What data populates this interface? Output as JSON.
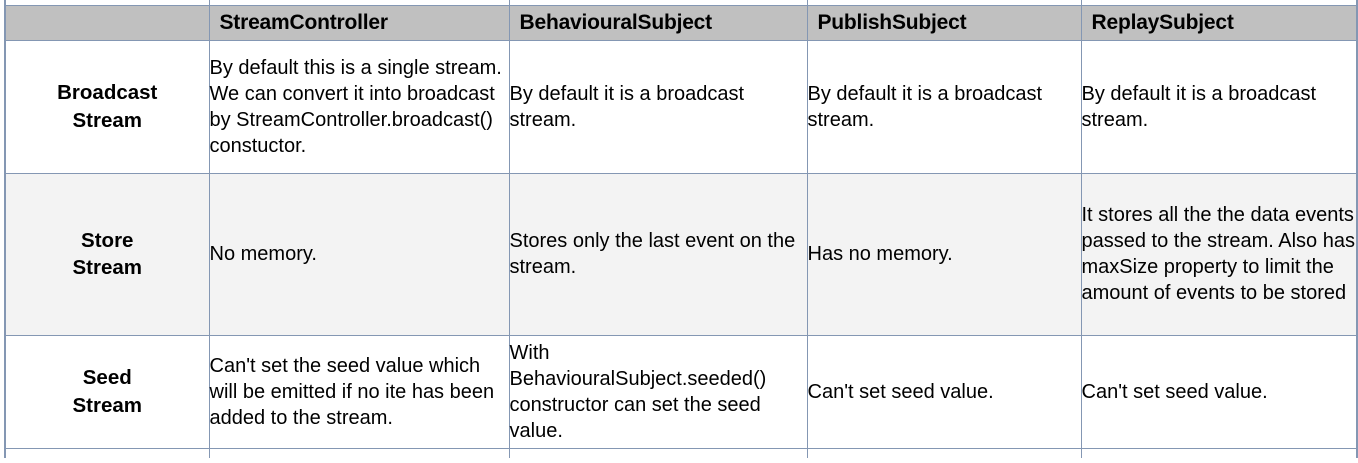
{
  "table": {
    "columns": [
      {
        "key": "rowlabel",
        "label": ""
      },
      {
        "key": "streamcontroller",
        "label": "StreamController"
      },
      {
        "key": "behaviouralsubject",
        "label": "BehaviouralSubject"
      },
      {
        "key": "publishsubject",
        "label": "PublishSubject"
      },
      {
        "key": "replaysubject",
        "label": "ReplaySubject"
      }
    ],
    "rows": [
      {
        "label": "Broadcast\nStream",
        "cells": [
          "By default this is a single stream. We can convert it into broadcast by StreamController.broadcast() constuctor.",
          "By default it is a broadcast stream.",
          "By default it is a broadcast stream.",
          "By default it is a broadcast stream."
        ]
      },
      {
        "label": "Store\nStream",
        "cells": [
          "No memory.",
          "Stores only the last event on the stream.",
          "Has no memory.",
          "It stores all the the data events passed to the stream. Also has maxSize property to limit the amount of events to be stored"
        ]
      },
      {
        "label": "Seed\nStream",
        "cells": [
          "Can't set the seed value which will be emitted if no ite has been added to the stream.",
          "With BehaviouralSubject.seeded() constructor can set the seed value.",
          "Can't set seed value.",
          "Can't set seed value."
        ]
      }
    ]
  },
  "colors": {
    "header_background": "#c0c0c0",
    "grid_border": "#8497b3",
    "alt_row_background": "#f3f3f3",
    "cell_background": "#ffffff",
    "text": "#000000"
  }
}
